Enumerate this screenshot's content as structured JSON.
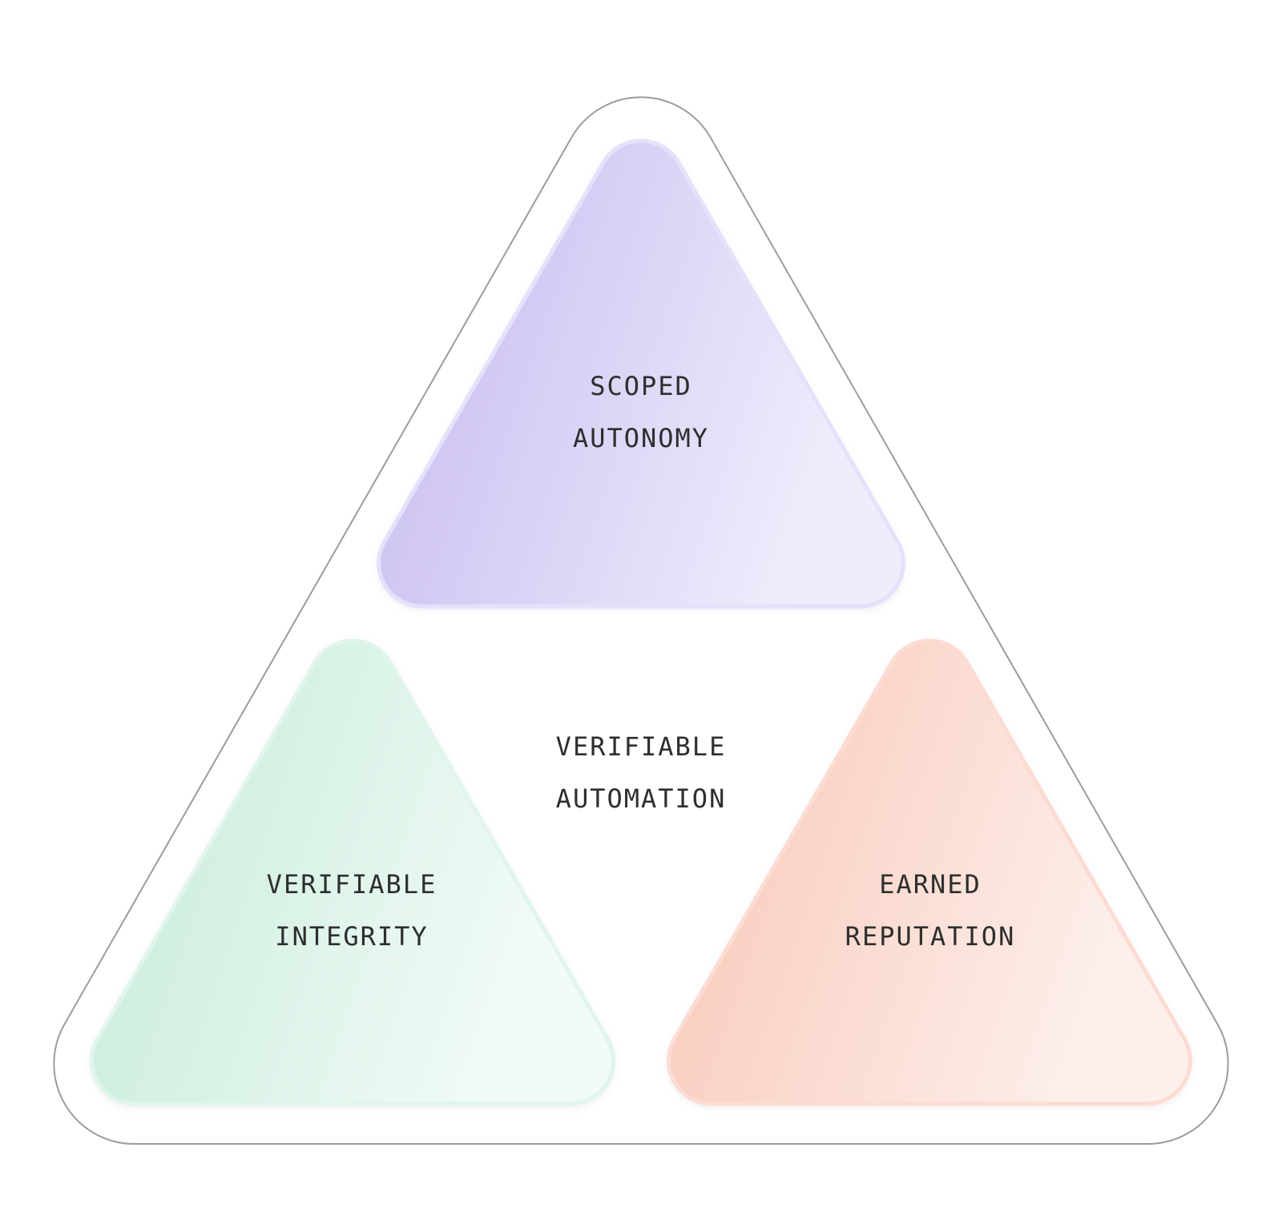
{
  "page": {
    "background": "#ffffff"
  },
  "diagram": {
    "outer_triangle": {
      "outline_color": "#9c9c9c"
    },
    "text_color": "#2e2e2e",
    "triangles": {
      "top": {
        "label_line1": "SCOPED",
        "label_line2": "AUTONOMY",
        "gradient_start": "#c5b8ef",
        "gradient_end": "#efedfc",
        "rim": "#e6e1fa"
      },
      "left": {
        "label_line1": "VERIFIABLE",
        "label_line2": "INTEGRITY",
        "gradient_start": "#c3ebd8",
        "gradient_end": "#f3fbf7",
        "rim": "#e0f5eb"
      },
      "right": {
        "label_line1": "EARNED",
        "label_line2": "REPUTATION",
        "gradient_start": "#f8c5b4",
        "gradient_end": "#fdf0ec",
        "rim": "#fcdcd2"
      }
    },
    "center_label": {
      "line1": "VERIFIABLE",
      "line2": "AUTOMATION"
    }
  }
}
